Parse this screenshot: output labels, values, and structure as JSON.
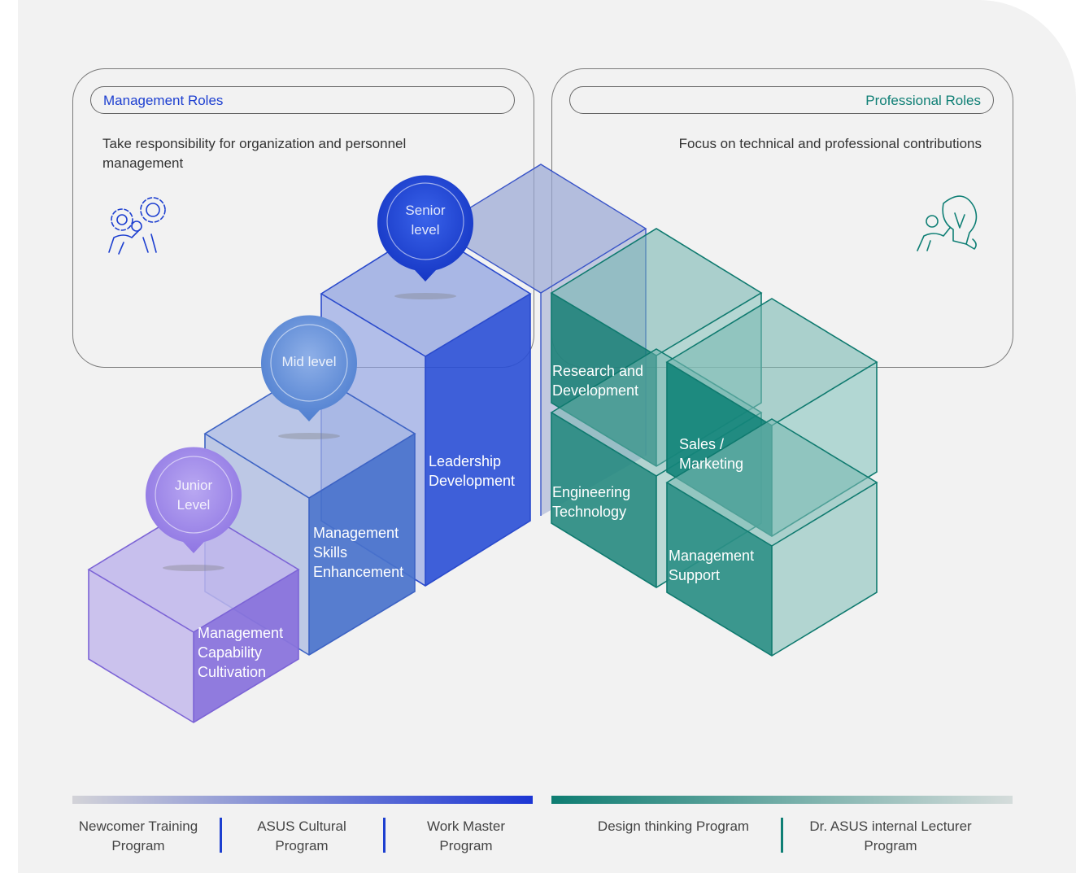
{
  "management": {
    "title": "Management Roles",
    "description": "Take responsibility for organization and personnel management",
    "icon": "gears-person-icon",
    "color": "#1d3fd0"
  },
  "professional": {
    "title": "Professional Roles",
    "description": "Focus on technical and professional contributions",
    "icon": "lightbulb-person-icon",
    "color": "#0f7f75"
  },
  "levels": {
    "junior": "Junior Level",
    "mid": "Mid level",
    "senior": "Senior level"
  },
  "management_programs": {
    "junior": "Management Capability Cultivation",
    "mid": "Management Skills Enhancement",
    "senior": "Leadership Development"
  },
  "professional_programs": {
    "rnd": "Research and Development",
    "sales": "Sales / Marketing",
    "engineering": "Engineering Technology",
    "support": "Management Support"
  },
  "bottom_programs": {
    "newcomer": "Newcomer Training Program",
    "cultural": "ASUS Cultural Program",
    "work_master": "Work Master Program",
    "design_thinking": "Design thinking Program",
    "lecturer": "Dr. ASUS internal Lecturer Program"
  }
}
